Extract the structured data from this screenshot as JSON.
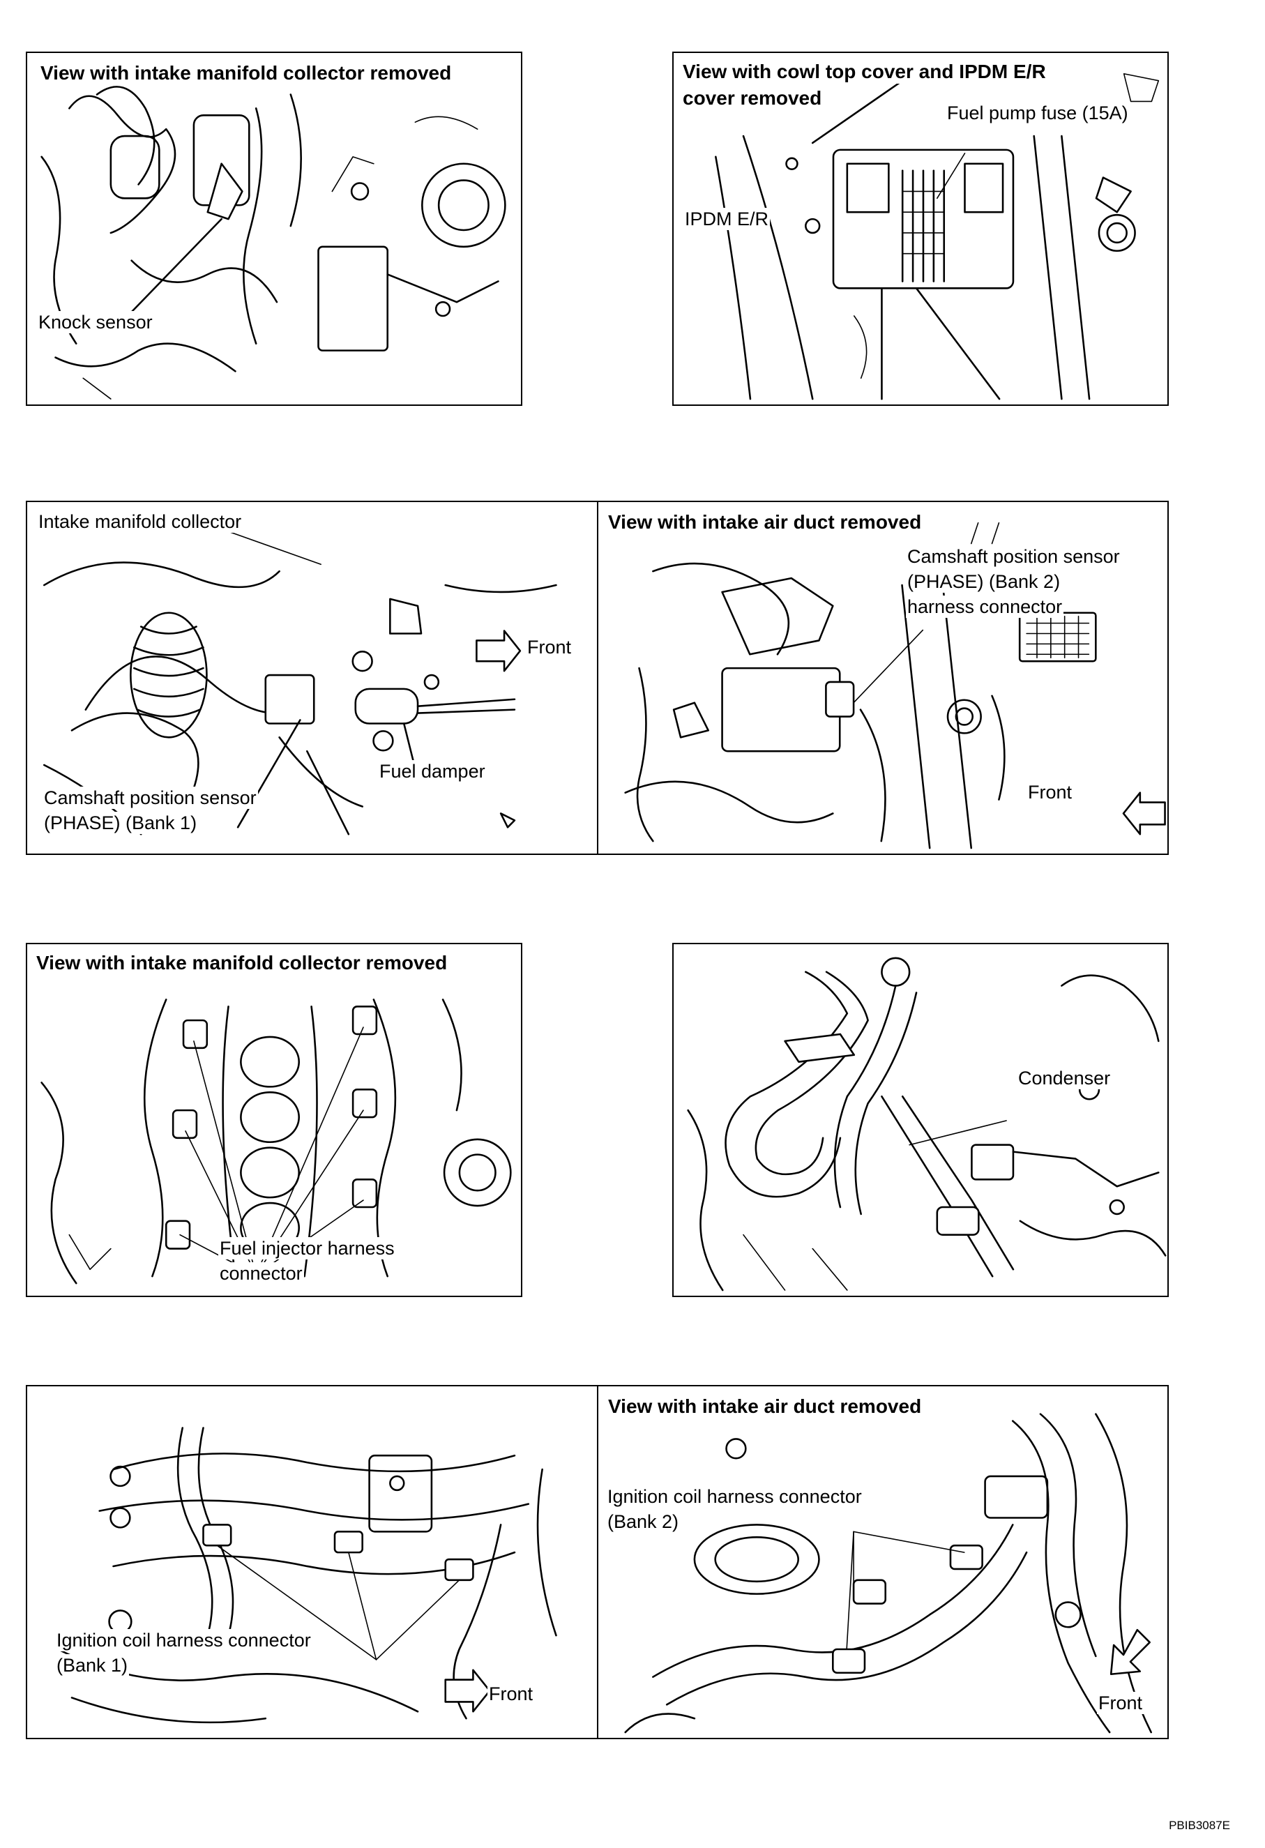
{
  "panel1": {
    "title": "View with intake manifold collector removed",
    "labels": [
      "Knock sensor"
    ]
  },
  "panel2": {
    "title_line1": "View with cowl top cover and IPDM E/R",
    "title_line2": "cover removed",
    "labels": [
      "Fuel pump fuse (15A)",
      "IPDM E/R"
    ]
  },
  "panel3": {
    "labels": [
      "Intake manifold collector",
      "Front",
      "Fuel damper",
      "Camshaft position sensor",
      "(PHASE) (Bank 1)"
    ]
  },
  "panel4": {
    "title": "View with intake air duct removed",
    "labels": [
      "Camshaft position sensor",
      "(PHASE) (Bank 2)",
      "harness connector",
      "Front"
    ]
  },
  "panel5": {
    "title": "View with intake manifold collector removed",
    "labels": [
      "Fuel injector harness",
      "connector"
    ]
  },
  "panel6": {
    "labels": [
      "Condenser"
    ]
  },
  "panel7": {
    "labels": [
      "Ignition coil harness connector",
      "(Bank 1)",
      "Front"
    ]
  },
  "panel8": {
    "title": "View with intake air duct removed",
    "labels": [
      "Ignition coil harness connector",
      "(Bank 2)",
      "Front"
    ]
  },
  "figure_code": "PBIB3087E"
}
